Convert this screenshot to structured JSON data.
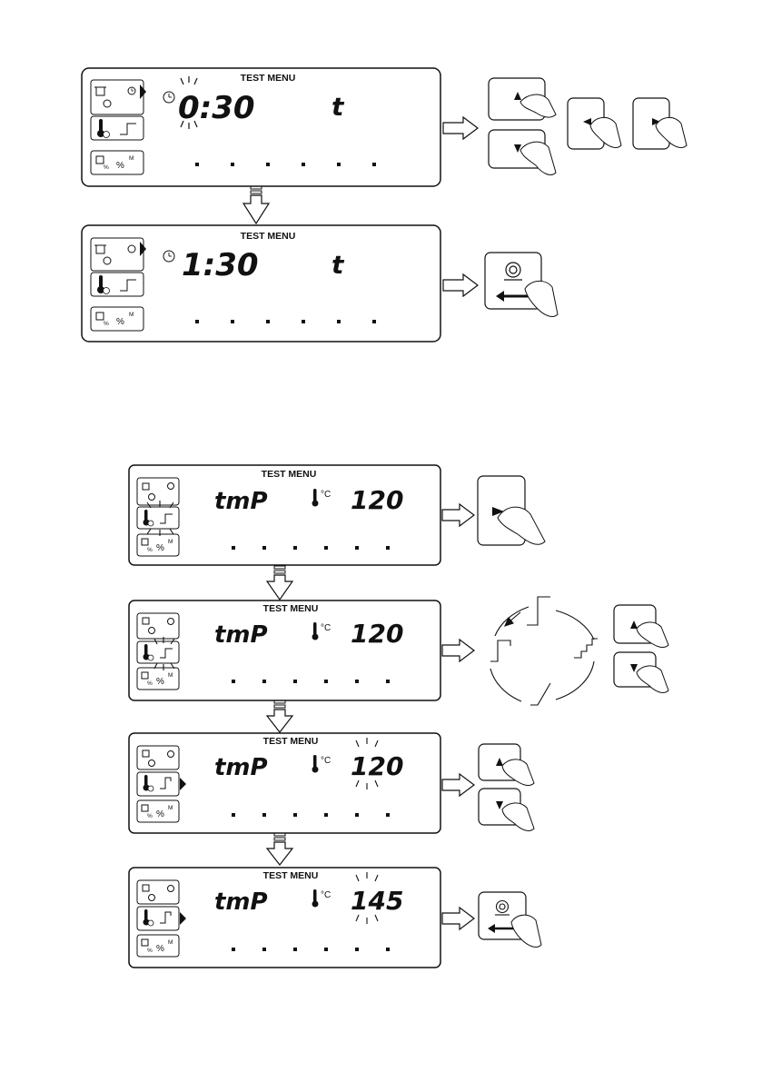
{
  "section_1": {
    "screen_1": {
      "title": "TEST MENU",
      "time_value": "0:30",
      "mode_letter": "t",
      "dots": "· · · · · ·"
    },
    "screen_2": {
      "title": "TEST MENU",
      "time_value": "1:30",
      "mode_letter": "t",
      "dots": "· · · · · ·"
    }
  },
  "section_2": {
    "screen_1": {
      "title": "TEST MENU",
      "label": "tmP",
      "unit": "°C",
      "value": "120"
    },
    "screen_2": {
      "title": "TEST MENU",
      "label": "tmP",
      "unit": "°C",
      "value": "120"
    },
    "screen_3": {
      "title": "TEST MENU",
      "label": "tmP",
      "unit": "°C",
      "value": "120"
    },
    "screen_4": {
      "title": "TEST MENU",
      "label": "tmP",
      "unit": "°C",
      "value": "145"
    }
  },
  "icons": {
    "percent_label": "%",
    "m_label": "M",
    "small_percent": "%"
  }
}
